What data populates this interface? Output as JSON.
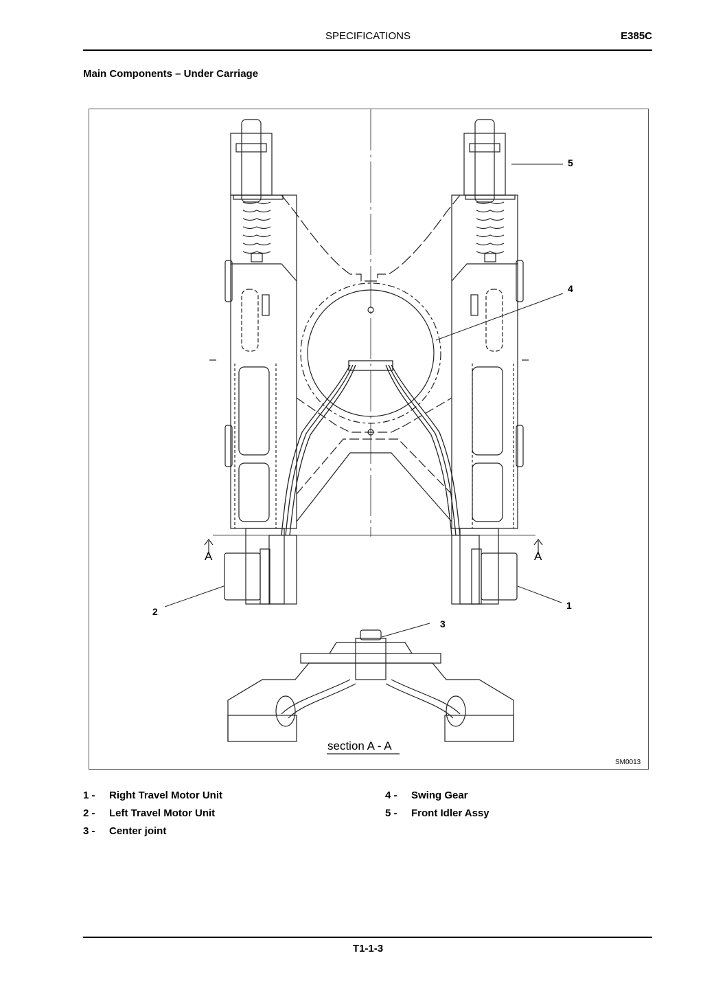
{
  "header": {
    "title": "SPECIFICATIONS",
    "model": "E385C"
  },
  "section": {
    "title": "Main Components – Under Carriage"
  },
  "figure": {
    "callouts": [
      "5",
      "4",
      "2",
      "1",
      "3"
    ],
    "section_label": "section A - A",
    "axis_marker": "A",
    "code": "SM0013"
  },
  "legend": {
    "left": [
      {
        "num": "1 -",
        "label": "Right Travel Motor Unit"
      },
      {
        "num": "2 -",
        "label": "Left Travel Motor Unit"
      },
      {
        "num": "3 -",
        "label": "Center joint"
      }
    ],
    "right": [
      {
        "num": "4 -",
        "label": "Swing Gear"
      },
      {
        "num": "5 -",
        "label": "Front Idler Assy"
      }
    ]
  },
  "footer": {
    "page_number": "T1-1-3"
  }
}
